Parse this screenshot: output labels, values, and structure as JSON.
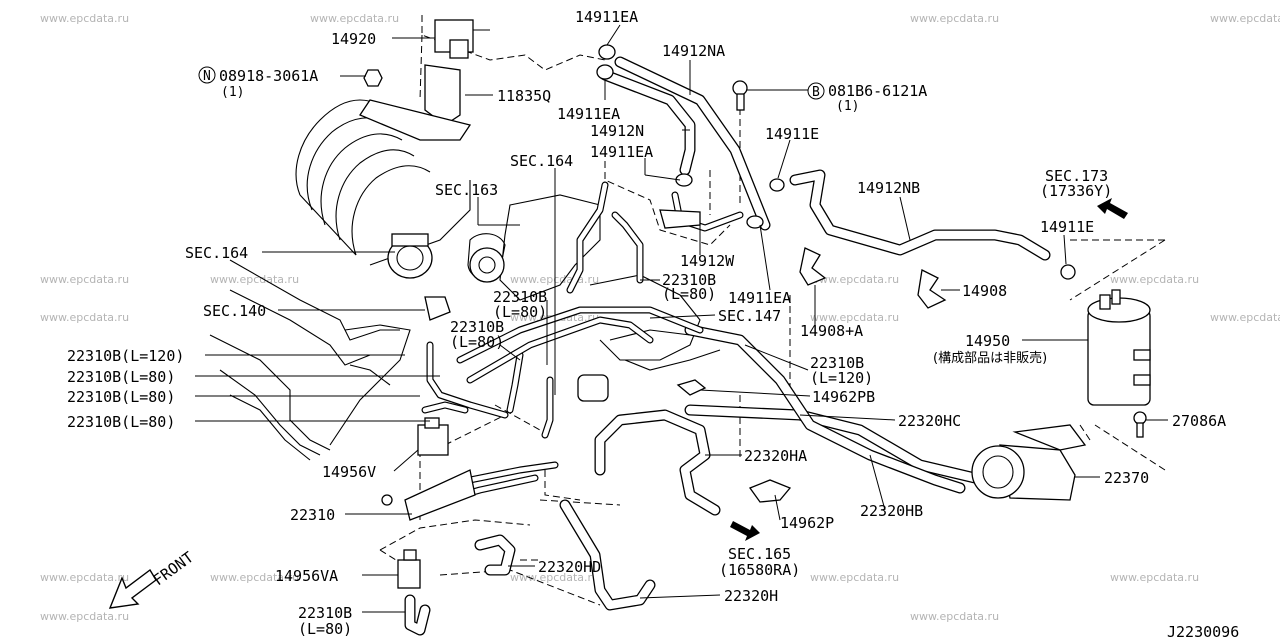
{
  "watermark": "www.epcdata.ru",
  "diagram_id": "J2230096",
  "front_label": "FRONT",
  "callouts": {
    "p14920": "14920",
    "n08918": "08918-3061A",
    "n08918_qty": "(1)",
    "p11835q": "11835Q",
    "p14911ea_top": "14911EA",
    "p14912na": "14912NA",
    "b081b6": "081B6-6121A",
    "b081b6_qty": "(1)",
    "p14911ea_2": "14911EA",
    "p14912n": "14912N",
    "p14911e_1": "14911E",
    "sec164_top": "SEC.164",
    "p14911ea_3": "14911EA",
    "sec163": "SEC.163",
    "p14912nb": "14912NB",
    "sec173": "SEC.173",
    "sec173_ref": "(17336Y)",
    "p14911e_2": "14911E",
    "sec164_left": "SEC.164",
    "p14912w": "14912W",
    "p22310b_a": "22310B",
    "p22310b_a_len": "(L=80)",
    "p22310b_b": "22310B",
    "p22310b_b_len": "(L=80)",
    "p14911ea_4": "14911EA",
    "p14908": "14908",
    "sec140": "SEC.140",
    "p22310b_c": "22310B",
    "p22310b_c_len": "(L=80)",
    "sec147": "SEC.147",
    "p14908a": "14908+A",
    "p14950": "14950",
    "p14950_note": "(構成部品は非販売)",
    "l22310b_120": "22310B(L=120)",
    "l22310b_80a": "22310B(L=80)",
    "l22310b_80b": "22310B(L=80)",
    "l22310b_80c": "22310B(L=80)",
    "p22310b_d": "22310B",
    "p22310b_d_len": "(L=120)",
    "p14962pb": "14962PB",
    "p22320hc": "22320HC",
    "p27086a": "27086A",
    "p22320ha": "22320HA",
    "p14956v": "14956V",
    "p22370": "22370",
    "p14962p": "14962P",
    "p22320hb": "22320HB",
    "p22310": "22310",
    "sec165": "SEC.165",
    "sec165_ref": "(16580RA)",
    "p22320hd": "22320HD",
    "p14956va": "14956VA",
    "p22320h": "22320H",
    "p22310b_e": "22310B",
    "p22310b_e_len": "(L=80)",
    "n_badge": "N",
    "b_badge": "B"
  }
}
